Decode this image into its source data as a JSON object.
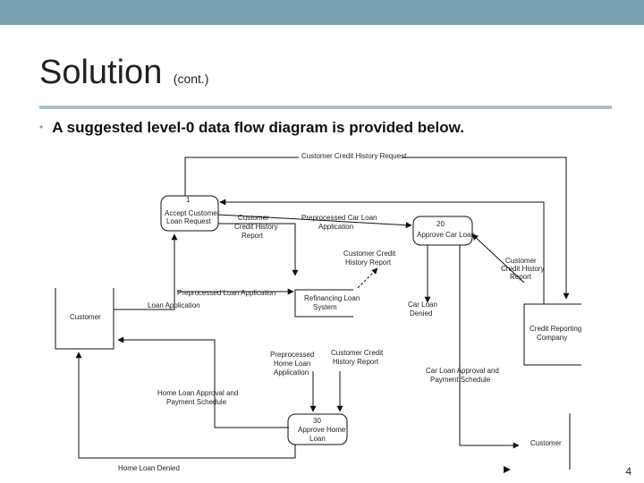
{
  "slide": {
    "title": "Solution",
    "title_suffix": "(cont.)",
    "bullet": "A suggested level-0 data flow diagram is provided below.",
    "page_number": "4"
  },
  "diagram": {
    "entities": {
      "customer": "Customer",
      "credit_reporting_company": [
        "Credit Reporting",
        "Company"
      ],
      "customer_bottom": "Customer"
    },
    "processes": {
      "p1": [
        "1",
        "Accept Customer",
        "Loan Request"
      ],
      "p2": [
        "20",
        "Approve Car Loan"
      ],
      "p3": [
        "30",
        "Approve Home",
        "Loan"
      ]
    },
    "data_store": [
      "Refinancing Loan",
      "System"
    ],
    "flows": {
      "customer_credit_history_request": "Customer Credit History Request",
      "customer_credit_history_report_1": [
        "Customer",
        "Credit History",
        "Report"
      ],
      "preprocessed_car_loan_application": [
        "Preprocessed Car Loan",
        "Application"
      ],
      "customer_credit_history_report_2": [
        "Customer Credit",
        "History Report"
      ],
      "customer_credit_history_report_3": [
        "Customer",
        "Credit History",
        "Report"
      ],
      "preprocessed_loan_application": "Preprocessed Loan Application",
      "loan_application": "Loan Application",
      "car_loan_denied": [
        "Car Loan",
        "Denied"
      ],
      "preprocessed_home_loan_application": [
        "Preprocessed",
        "Home Loan",
        "Application"
      ],
      "customer_credit_history_report_4": [
        "Customer Credit",
        "History Report"
      ],
      "car_loan_approval_and_payment_schedule": [
        "Car Loan Approval and",
        "Payment Schedule"
      ],
      "home_loan_approval_and_payment_schedule": [
        "Home Loan Approval and",
        "Payment Schedule"
      ],
      "home_loan_denied": "Home Loan Denied"
    }
  }
}
